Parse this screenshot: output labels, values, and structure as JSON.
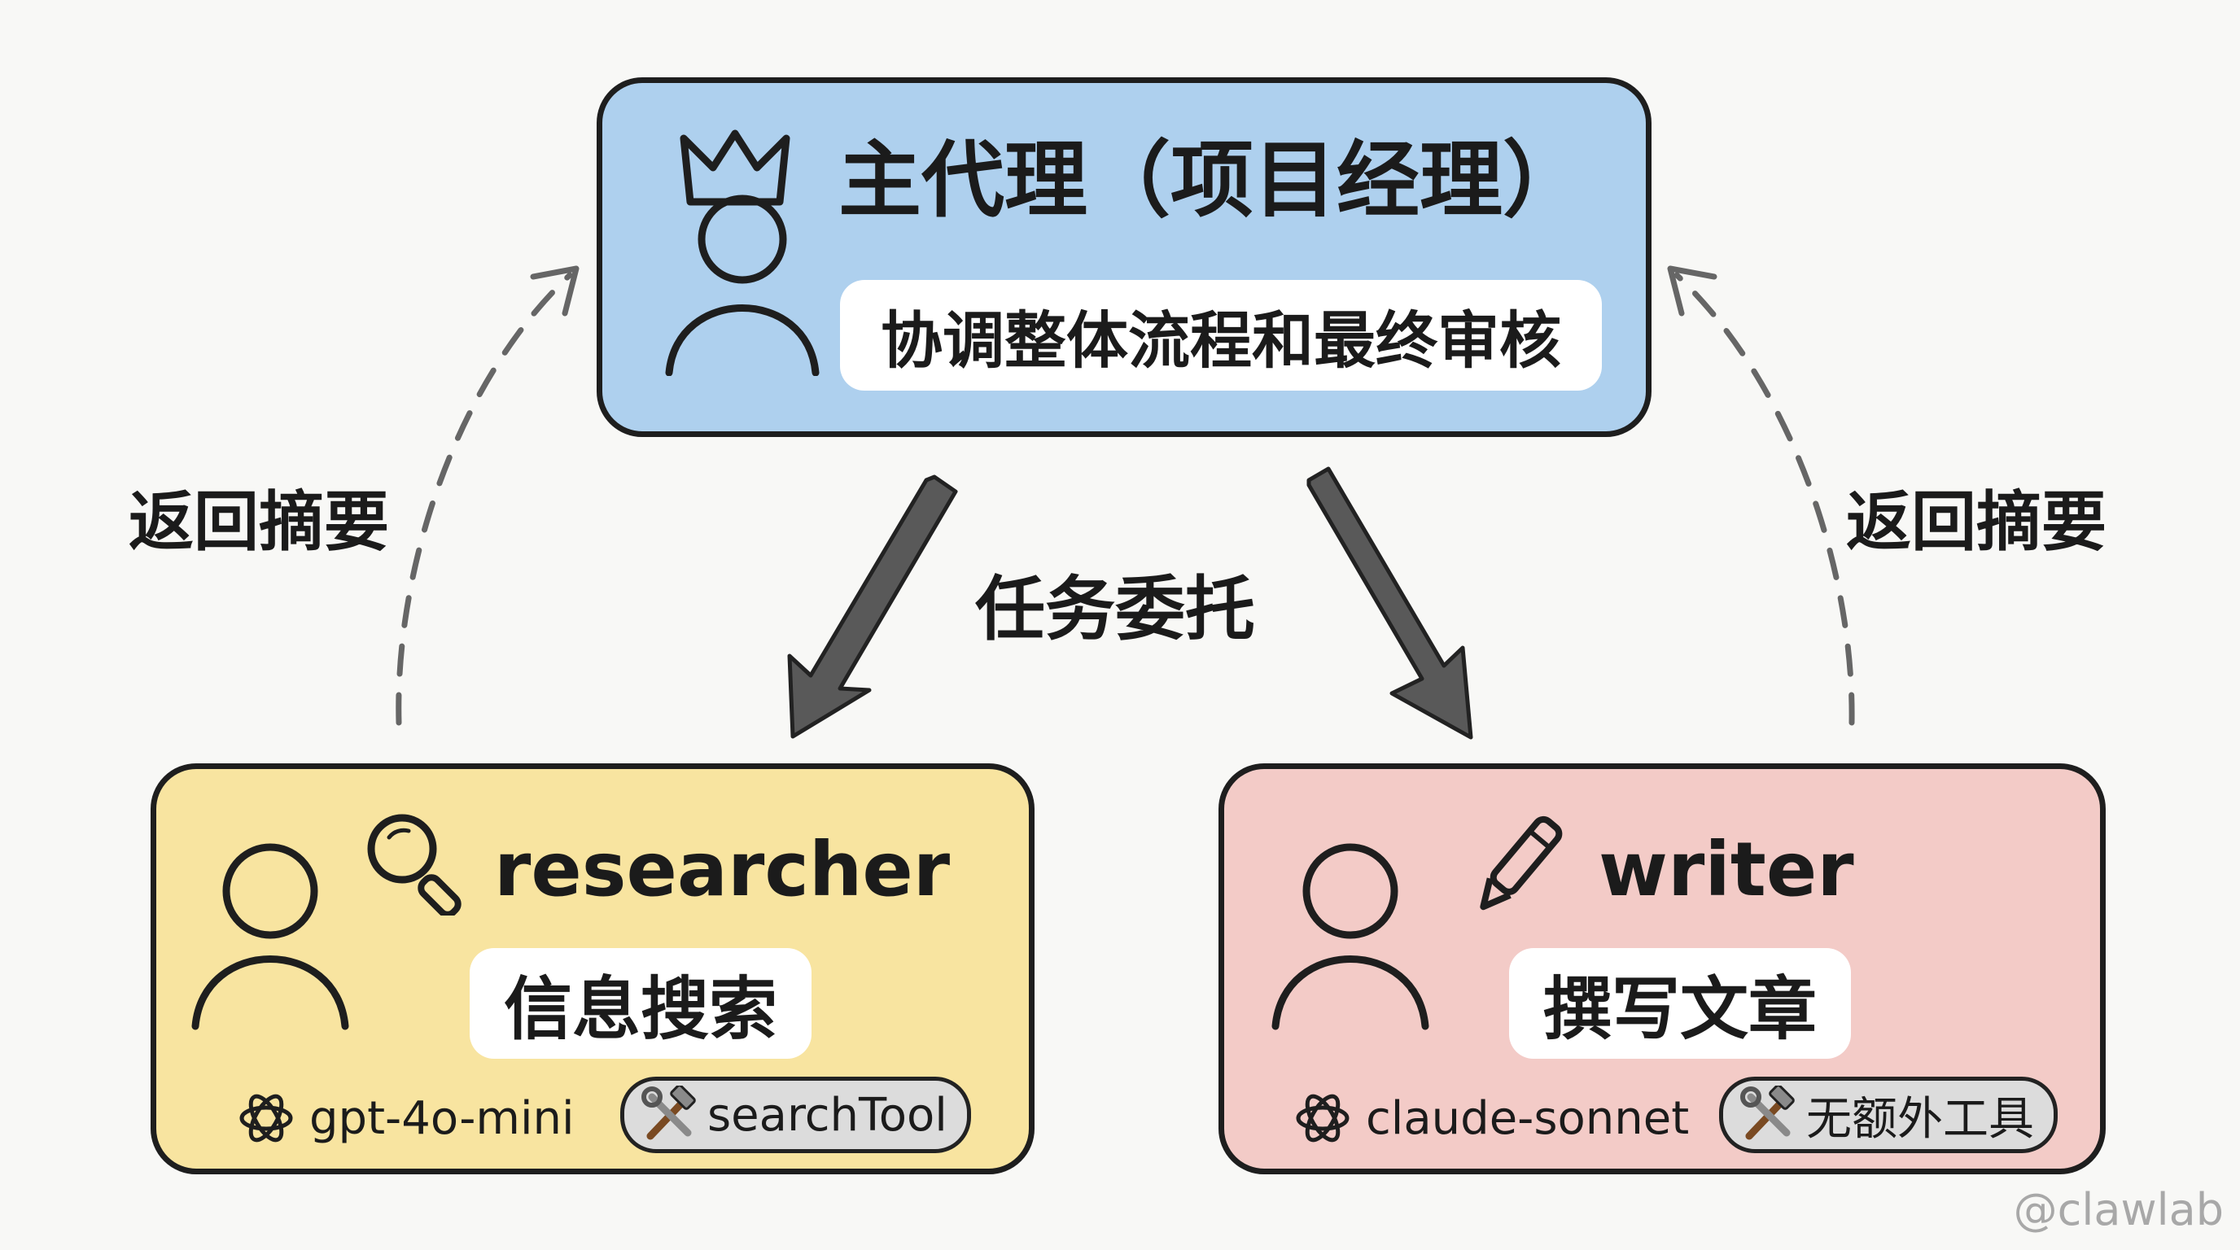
{
  "main_agent": {
    "title": "主代理（项目经理）",
    "description": "协调整体流程和最终审核",
    "color": "#aed0ee"
  },
  "researcher": {
    "title": "researcher",
    "description": "信息搜索",
    "model": "gpt-4o-mini",
    "tool": "searchTool",
    "color": "#f8e4a0"
  },
  "writer": {
    "title": "writer",
    "description": "撰写文章",
    "model": "claude-sonnet",
    "tool": "无额外工具",
    "color": "#f3cbc7"
  },
  "edges": {
    "delegate_label": "任务委托",
    "return_left_label": "返回摘要",
    "return_right_label": "返回摘要"
  },
  "watermark": "@clawlab",
  "icons": {
    "main": [
      "crown-icon",
      "person-icon"
    ],
    "researcher": [
      "person-icon",
      "magnifier-icon",
      "openai-logo-icon",
      "tools-icon"
    ],
    "writer": [
      "person-icon",
      "pen-icon",
      "openai-logo-icon",
      "tools-icon"
    ]
  }
}
